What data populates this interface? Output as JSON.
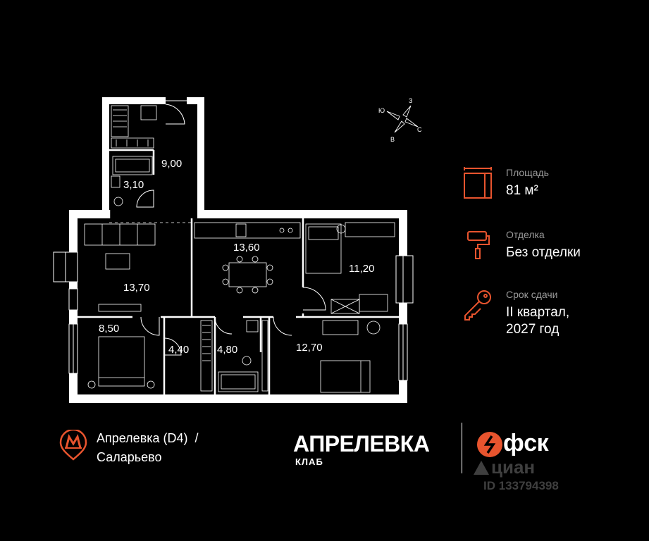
{
  "plan": {
    "rooms": [
      {
        "id": "storage",
        "area": "3,10"
      },
      {
        "id": "hall",
        "area": "9,00"
      },
      {
        "id": "living",
        "area": "13,70"
      },
      {
        "id": "kitchen",
        "area": "13,60"
      },
      {
        "id": "bedroom-ne",
        "area": "11,20"
      },
      {
        "id": "bedroom-sw",
        "area": "8,50"
      },
      {
        "id": "wardrobe",
        "area": "4,40"
      },
      {
        "id": "bathroom",
        "area": "4,80"
      },
      {
        "id": "bedroom-se",
        "area": "12,70"
      }
    ]
  },
  "compass": {
    "north": "З",
    "south": "В",
    "east": "С",
    "west": "Ю"
  },
  "info": {
    "area_label": "Площадь",
    "area_value": "81 м²",
    "finish_label": "Отделка",
    "finish_value": "Без отделки",
    "deadline_label": "Срок сдачи",
    "deadline_value_line1": "II квартал,",
    "deadline_value_line2": "2027 год"
  },
  "footer": {
    "metro_line1": "Апрелевка (D4)  /",
    "metro_line2": "Саларьево",
    "brand_name": "АПРЕЛЕВКА",
    "brand_sub": "КЛАБ",
    "developer": "фск",
    "watermark": "циан",
    "watermark_id": "ID 133794398"
  },
  "colors": {
    "accent": "#e8542e",
    "background": "#000000",
    "walls": "#ffffff"
  }
}
